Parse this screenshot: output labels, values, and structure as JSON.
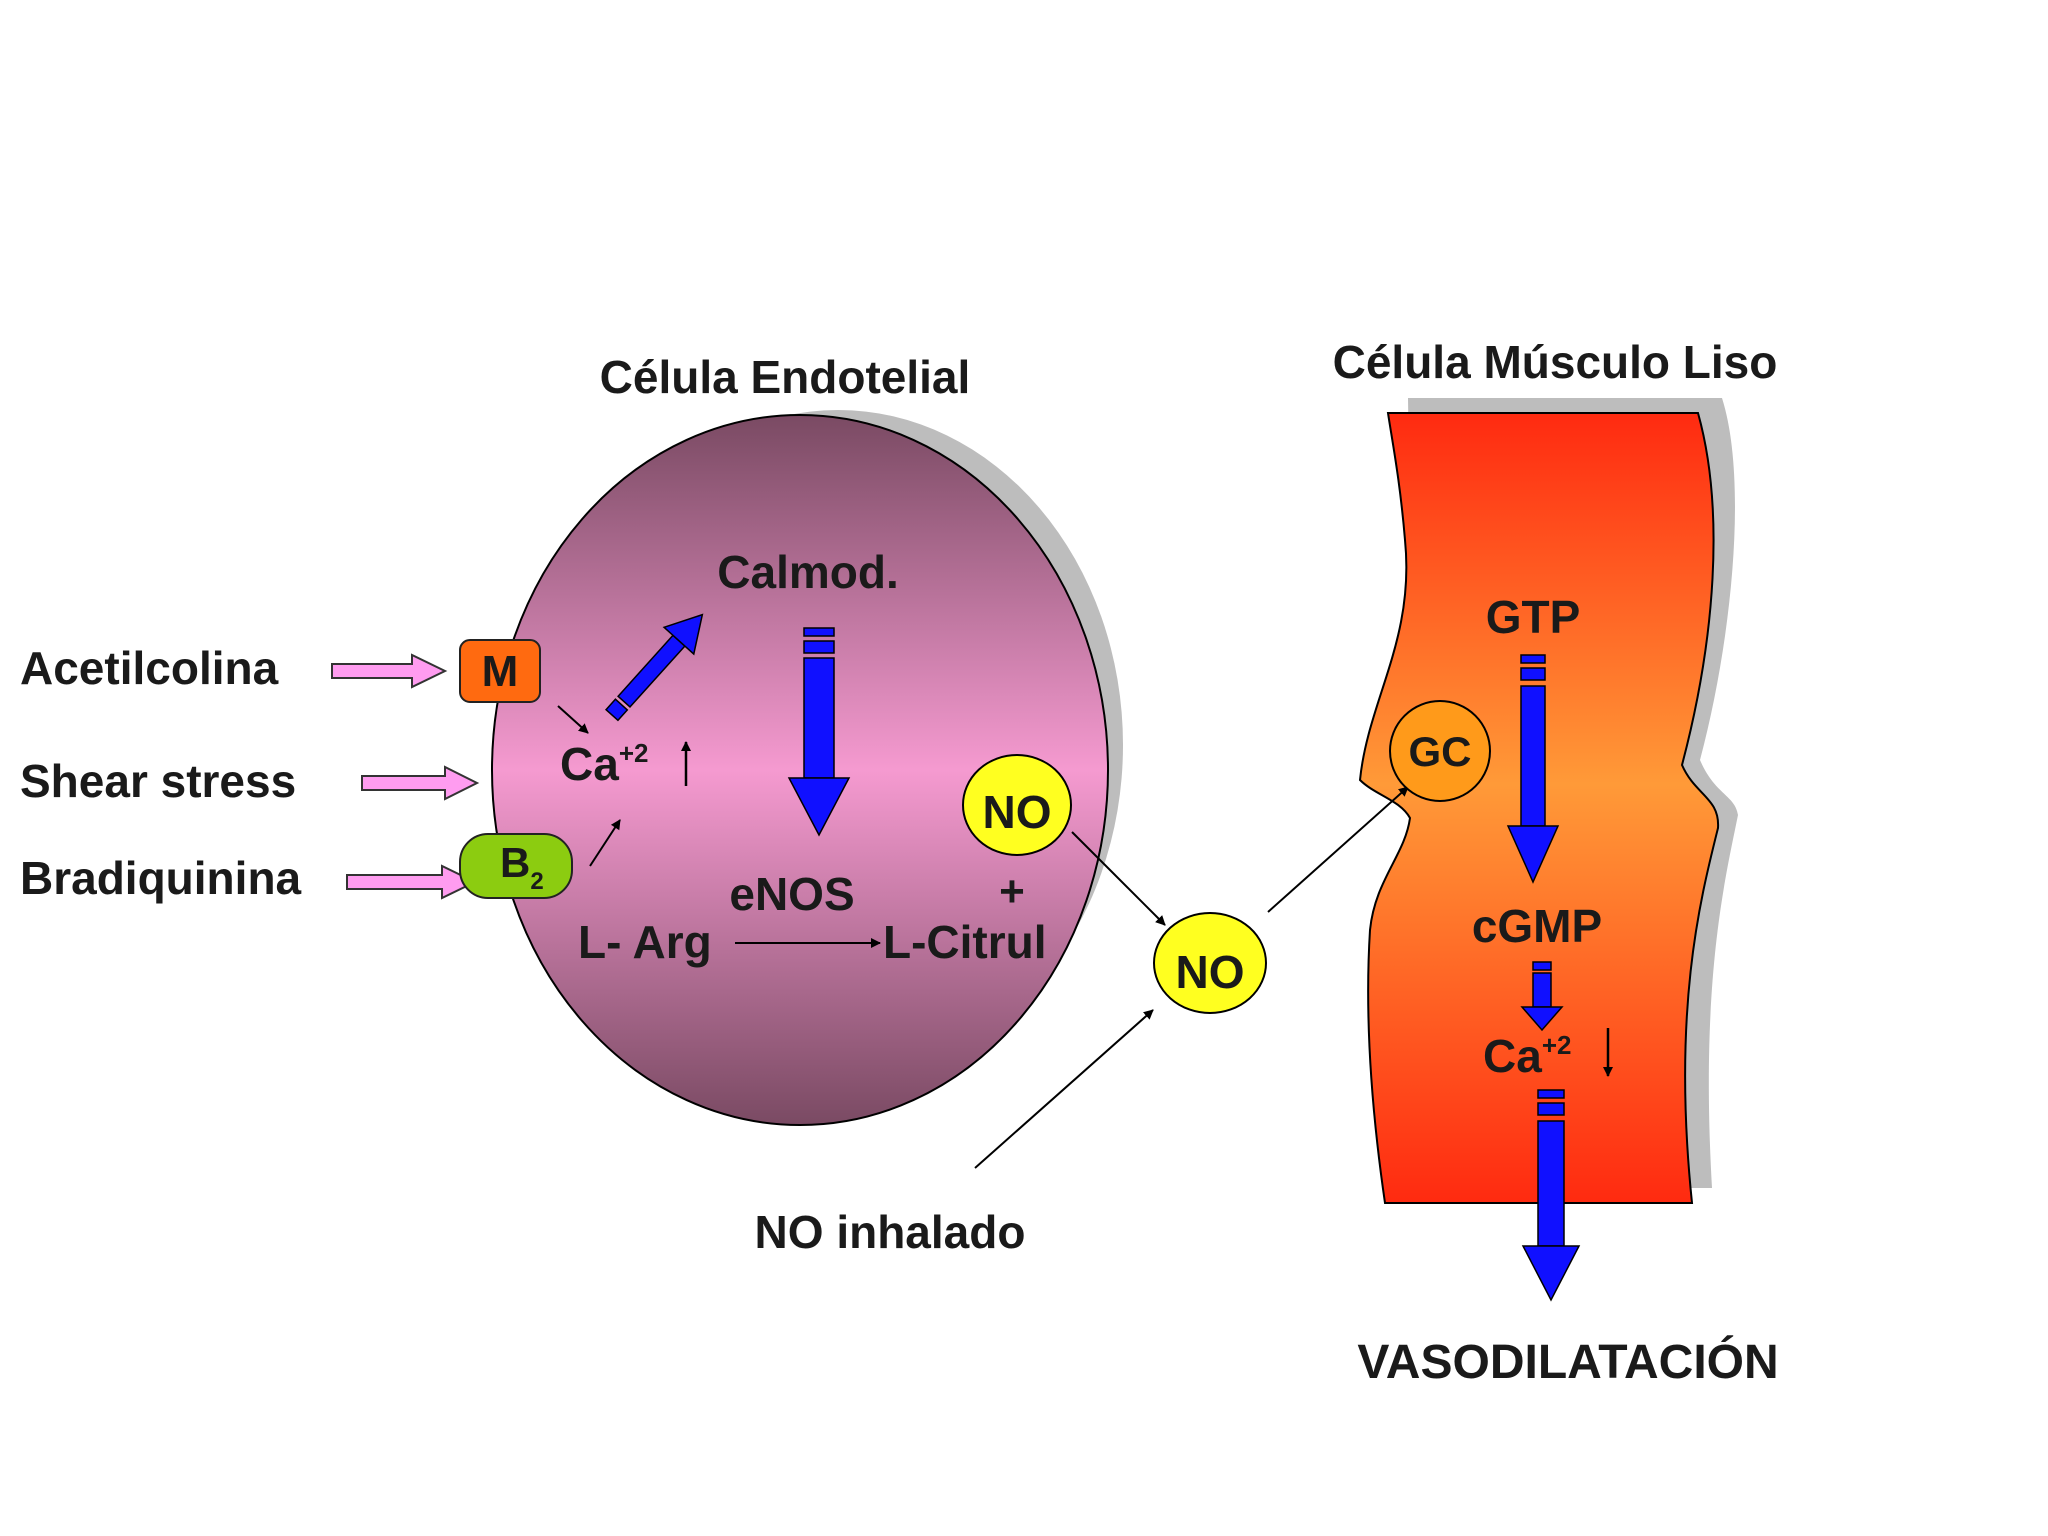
{
  "titles": {
    "endothelial": "Célula Endotelial",
    "smooth_muscle": "Célula Músculo Liso"
  },
  "stimuli": {
    "acetylcholine": "Acetilcolina",
    "shear_stress": "Shear stress",
    "bradykinin": "Bradiquinina"
  },
  "receptors": {
    "muscarinic": "M",
    "bradykinin": "B",
    "bradykinin_sub": "2"
  },
  "endothelial": {
    "calcium": "Ca",
    "calcium_sup": "+2",
    "calmodulin": "Calmod.",
    "enos": "eNOS",
    "l_arg": "L- Arg",
    "l_citrul": "L-Citrul",
    "plus": "+",
    "no_inside": "NO"
  },
  "transit": {
    "no_free": "NO",
    "no_inhaled": "NO inhalado"
  },
  "smooth_muscle": {
    "gc": "GC",
    "gtp": "GTP",
    "cgmp": "cGMP",
    "calcium": "Ca",
    "calcium_sup": "+2",
    "outcome": "VASODILATACIÓN"
  },
  "colors": {
    "cell_top": "#7a4a63",
    "cell_mid": "#f59ad0",
    "muscle_red": "#ff2a10",
    "muscle_orange": "#ff9a38",
    "no_yellow": "#ffff20",
    "gc_orange": "#ff9a1a",
    "receptor_m": "#ff6a10",
    "receptor_b2": "#8ccc10",
    "pink_arrow": "#ff9cf0",
    "blue_arrow": "#1010ff"
  }
}
